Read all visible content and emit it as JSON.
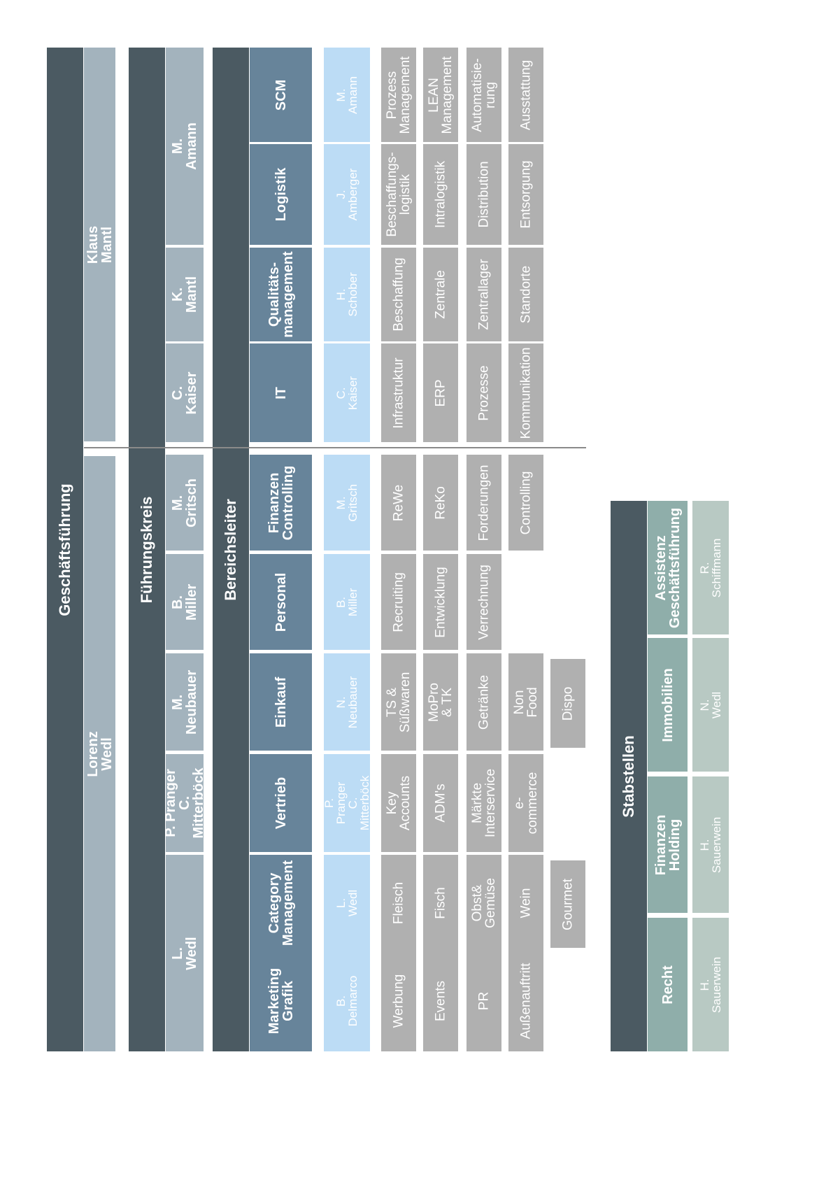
{
  "geschaeftsfuehrung": {
    "title": "Geschäftsführung",
    "members": [
      "Lorenz Wedl",
      "Klaus Mantl"
    ]
  },
  "fuehrungskreis": {
    "title": "Führungskreis",
    "members": [
      "L. Wedl",
      "P. Pranger\nC. Mitterböck",
      "M. Neubauer",
      "B. Miller",
      "M. Gritsch",
      "C. Kaiser",
      "K. Mantl",
      "M. Amann"
    ]
  },
  "bereichsleiter": {
    "title": "Bereichsleiter",
    "departments": [
      {
        "name": "Marketing\nGrafik",
        "leader": "B. Delmarco",
        "units": [
          "Werbung",
          "Events",
          "PR",
          "Außenauftritt"
        ]
      },
      {
        "name": "Category\nManagement",
        "leader": "L. Wedl",
        "units": [
          "Fleisch",
          "Fisch",
          "Obst&\nGemüse",
          "Wein",
          "Gourmet"
        ]
      },
      {
        "name": "Vertrieb",
        "leader": "P. Pranger\nC. Mitterböck",
        "units": [
          "Key Accounts",
          "ADM's",
          "Märkte\nInterservice",
          "e-commerce"
        ]
      },
      {
        "name": "Einkauf",
        "leader": "N. Neubauer",
        "units": [
          "TS & Süßwaren",
          "MoPro & TK",
          "Getränke",
          "Non Food",
          "Dispo"
        ]
      },
      {
        "name": "Personal",
        "leader": "B. Miller",
        "units": [
          "Recruiting",
          "Entwicklung",
          "Verrechnung"
        ]
      },
      {
        "name": "Finanzen\nControlling",
        "leader": "M. Gritsch",
        "units": [
          "ReWe",
          "ReKo",
          "Forderungen",
          "Controlling"
        ]
      },
      {
        "name": "IT",
        "leader": "C. Kaiser",
        "units": [
          "Infrastruktur",
          "ERP",
          "Prozesse",
          "Kommunikation"
        ]
      },
      {
        "name": "Qualitäts-\nmanagement",
        "leader": "H. Schober",
        "units": [
          "Beschaffung",
          "Zentrale",
          "Zentrallager",
          "Standorte"
        ]
      },
      {
        "name": "Logistik",
        "leader": "J. Amberger",
        "units": [
          "Beschaffungs-\nlogistik",
          "Intralogistik",
          "Distribution",
          "Entsorgung"
        ]
      },
      {
        "name": "SCM",
        "leader": "M. Amann",
        "units": [
          "Prozess\nManagement",
          "LEAN\nManagement",
          "Automatisie-\nrung",
          "Ausstattung"
        ]
      }
    ]
  },
  "stabstellen": {
    "title": "Stabstellen",
    "units": [
      {
        "name": "Recht",
        "person": "H. Sauerwein"
      },
      {
        "name": "Finanzen Holding",
        "person": "H. Sauerwein"
      },
      {
        "name": "Immobilien",
        "person": "N. Wedl"
      },
      {
        "name": "Assistenz\nGeschäftsführung",
        "person": "R. Schiffmann"
      }
    ]
  }
}
